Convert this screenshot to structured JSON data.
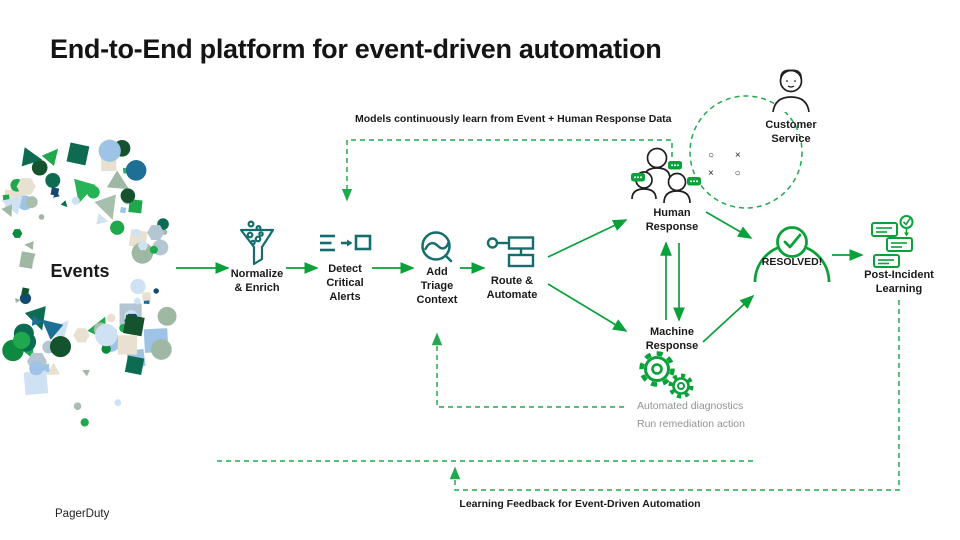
{
  "title": "End-to-End platform for event-driven automation",
  "brand": "PagerDuty",
  "events": {
    "label": "Events"
  },
  "steps": {
    "normalize": "Normalize\n& Enrich",
    "detect": "Detect\nCritical\nAlerts",
    "triage": "Add\nTriage\nContext",
    "route": "Route &\nAutomate"
  },
  "nodes": {
    "human": "Human\nResponse",
    "machine": "Machine\nResponse",
    "customer": "Customer\nService",
    "resolved": "RESOLVED!",
    "post_incident": "Post-Incident\nLearning"
  },
  "annotations": {
    "models_learn": "Models continuously learn from Event + Human Response Data",
    "automated_diagnostics": "Automated diagnostics",
    "run_remediation": "Run remediation action",
    "learning_feedback": "Learning Feedback for Event-Driven Automation",
    "marks_row1": "○ ×",
    "marks_row2": "× ○"
  },
  "colors": {
    "solid_green": "#0aa13a",
    "dashed_green": "#22a94e",
    "teal": "#156e6d",
    "text_black": "#1a1a1a",
    "muted_gray": "#8f9492"
  }
}
